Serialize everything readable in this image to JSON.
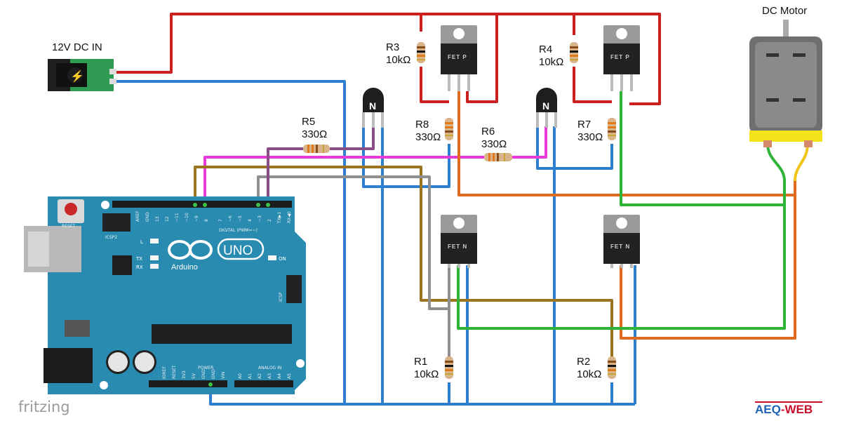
{
  "labels": {
    "power_in": "12V DC IN",
    "motor": "DC Motor",
    "r1": "R1",
    "r1_val": "10kΩ",
    "r2": "R2",
    "r2_val": "10kΩ",
    "r3": "R3",
    "r3_val": "10kΩ",
    "r4": "R4",
    "r4_val": "10kΩ",
    "r5": "R5",
    "r5_val": "330Ω",
    "r6": "R6",
    "r6_val": "330Ω",
    "r7": "R7",
    "r7_val": "330Ω",
    "r8": "R8",
    "r8_val": "330Ω",
    "fet_p": "FET P",
    "fet_n": "FET N",
    "transistor_n": "N"
  },
  "arduino": {
    "brand": "Arduino",
    "model": "UNO",
    "reset": "RESET",
    "icsp2": "ICSP2",
    "icsp": "ICSP",
    "led_l": "L",
    "led_tx": "TX",
    "led_rx": "RX",
    "led_on": "ON",
    "digital": "DIGITAL (PWM=~)",
    "power": "POWER",
    "analog": "ANALOG IN",
    "header_top": [
      "AREF",
      "GND",
      "13",
      "12",
      "~11",
      "~10",
      "~9",
      "8",
      "7",
      "~6",
      "~5",
      "4",
      "~3",
      "2",
      "TX▶1",
      "RX◀0"
    ],
    "header_power": [
      "IOREF",
      "RESET",
      "3V3",
      "5V",
      "GND",
      "GND",
      "VIN"
    ],
    "header_analog": [
      "A0",
      "A1",
      "A2",
      "A3",
      "A4",
      "A5"
    ]
  },
  "footer": {
    "fritzing": "fritzing",
    "logo_a": "AEQ",
    "logo_b": "-WEB"
  },
  "colors": {
    "red": "#cc1f1f",
    "blue": "#2e7fd0",
    "magenta": "#e83ad8",
    "brown": "#9b7420",
    "gray": "#8f8f8f",
    "purple": "#8a4e86",
    "orange": "#dd6a1e",
    "green": "#30b339",
    "yellow": "#f0c419",
    "board": "#2a8bb0"
  }
}
